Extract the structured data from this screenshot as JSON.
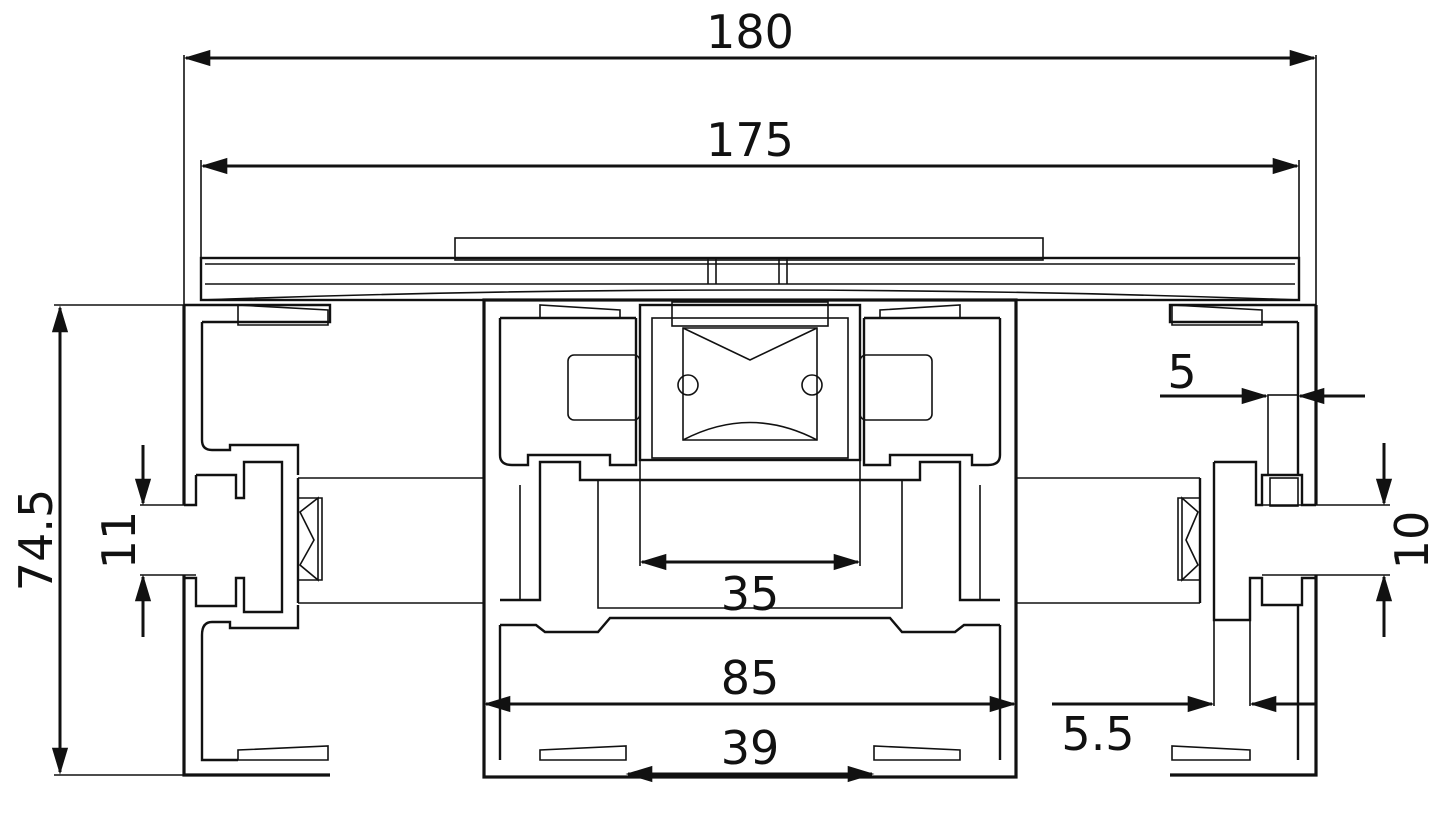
{
  "drawing": {
    "type": "aluminium sliding profile cross-section",
    "colors": {
      "line": "#111111",
      "background": "#ffffff"
    },
    "dimensions": {
      "overall_width": "180",
      "glass_width": "175",
      "overall_height": "74.5",
      "left_slot": "11",
      "right_slot": "10",
      "right_wall": "5",
      "roller_width": "35",
      "sash_width": "85",
      "sash_inner": "39",
      "right_offset": "5.5"
    }
  }
}
